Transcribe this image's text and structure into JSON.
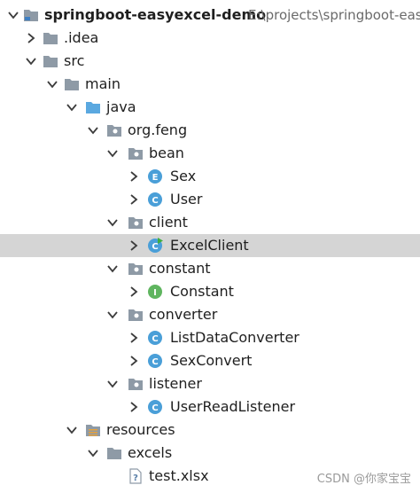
{
  "project_tree": {
    "root": {
      "label": "springboot-easyexcel-demo",
      "path": "E:\\projects\\springboot-easye"
    },
    "idea": {
      "label": ".idea"
    },
    "src": {
      "label": "src"
    },
    "main": {
      "label": "main"
    },
    "java": {
      "label": "java"
    },
    "org_feng": {
      "label": "org.feng"
    },
    "bean": {
      "label": "bean"
    },
    "sex": {
      "label": "Sex",
      "icon_letter": "E"
    },
    "user": {
      "label": "User",
      "icon_letter": "C"
    },
    "client": {
      "label": "client"
    },
    "excel_client": {
      "label": "ExcelClient",
      "icon_letter": "C"
    },
    "constant_pkg": {
      "label": "constant"
    },
    "constant_cls": {
      "label": "Constant",
      "icon_letter": "I"
    },
    "converter": {
      "label": "converter"
    },
    "list_data_converter": {
      "label": "ListDataConverter",
      "icon_letter": "C"
    },
    "sex_convert": {
      "label": "SexConvert",
      "icon_letter": "C"
    },
    "listener": {
      "label": "listener"
    },
    "user_read_listener": {
      "label": "UserReadListener",
      "icon_letter": "C"
    },
    "resources": {
      "label": "resources"
    },
    "excels": {
      "label": "excels"
    },
    "test_xlsx": {
      "label": "test.xlsx"
    }
  },
  "watermark": "CSDN @你家宝宝",
  "colors": {
    "folder": "#8e9aa6",
    "source_folder": "#5aa8e0",
    "class_icon": "#4a9fd8",
    "enum_icon": "#4a9fd8",
    "interface_icon": "#5fb55f",
    "selected_row": "#d5d5d5"
  }
}
